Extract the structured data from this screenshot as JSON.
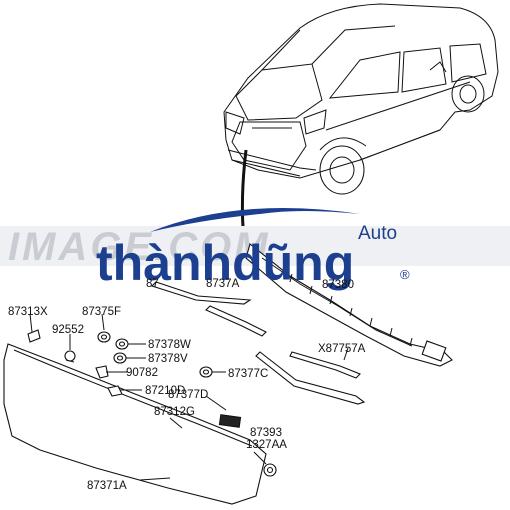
{
  "watermark": {
    "text": "IMAGE.COM"
  },
  "logo": {
    "name": "thànhdũng",
    "auto": "Auto",
    "registered": "®"
  },
  "part_labels": {
    "p87313X": "87313X",
    "p87375F": "87375F",
    "p92552": "92552",
    "p87378W": "87378W",
    "p87378V": "87378V",
    "p90782": "90782",
    "p87377C": "87377C",
    "p87210D": "87210D",
    "p87377D": "87377D",
    "p87312G": "87312G",
    "p87393": "87393",
    "p1327AA": "1327AA",
    "p87371A": "87371A",
    "pX87757A": "X87757A",
    "p8737A": "8737A",
    "p87380": "87380",
    "p87": "87"
  },
  "colors": {
    "logo": "#1d3f8f",
    "watermark": "#c9cdd3",
    "line": "#111111"
  }
}
